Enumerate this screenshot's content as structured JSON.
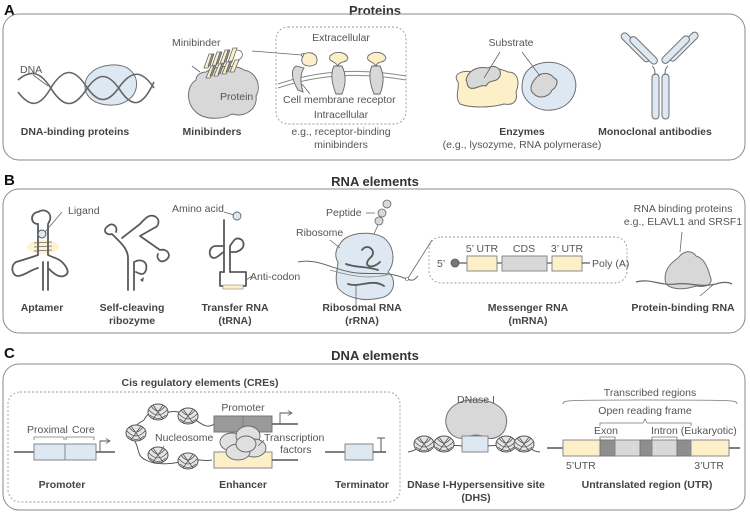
{
  "figure": {
    "colors": {
      "blue_fill": "#dde8f2",
      "yellow_fill": "#fdf0c8",
      "gray_fill": "#d8d8d8",
      "dark_gray_fill": "#8e8e8e",
      "mid_gray_fill": "#b4b4b4",
      "line": "#666666"
    },
    "panels": [
      {
        "letter": "A",
        "title": "Proteins",
        "items": [
          {
            "label": "DNA-binding proteins",
            "annotations": [
              "DNA"
            ]
          },
          {
            "label": "Minibinders",
            "annotations": [
              "Minibinder",
              "Protein"
            ]
          },
          {
            "label": "e.g., receptor-binding",
            "label2": "minibinders",
            "annotations": [
              "Extracellular",
              "Cell membrane receptor",
              "Intracellular"
            ]
          },
          {
            "label": "Enzymes",
            "label2": "(e.g., lysozyme, RNA polymerase)",
            "annotations": [
              "Substrate"
            ]
          },
          {
            "label": "Monoclonal antibodies",
            "annotations": []
          }
        ]
      },
      {
        "letter": "B",
        "title": "RNA elements",
        "items": [
          {
            "label": "Aptamer",
            "annotations": [
              "Ligand"
            ]
          },
          {
            "label": "Self-cleaving",
            "label2": "ribozyme",
            "annotations": []
          },
          {
            "label": "Transfer RNA",
            "label2": "(tRNA)",
            "annotations": [
              "Amino acid",
              "Anti-codon"
            ]
          },
          {
            "label": "Ribosomal RNA",
            "label2": "(rRNA)",
            "annotations": [
              "Peptide",
              "Ribosome"
            ]
          },
          {
            "label": "Messenger RNA",
            "label2": "(mRNA)",
            "annotations": [
              "5’",
              "5’ UTR",
              "CDS",
              "3’ UTR",
              "Poly (A)"
            ]
          },
          {
            "label": "Protein-binding RNA",
            "annotations": [
              "RNA binding proteins",
              "e.g., ELAVL1 and SRSF1"
            ]
          }
        ]
      },
      {
        "letter": "C",
        "title": "DNA elements",
        "subgroup": "Cis regulatory elements (CREs)",
        "items": [
          {
            "label": "Promoter",
            "annotations": [
              "Proximal",
              "Core"
            ]
          },
          {
            "label": "Enhancer",
            "annotations": [
              "Promoter",
              "Nucleosome",
              "Transcription",
              "factors"
            ]
          },
          {
            "label": "Terminator",
            "annotations": []
          },
          {
            "label": "DNase I-Hypersensitive site",
            "label2": "(DHS)",
            "annotations": [
              "DNase I"
            ]
          },
          {
            "label": "Untranslated region (UTR)",
            "annotations": [
              "Transcribed regions",
              "Open reading frame",
              "Exon",
              "Intron (Eukaryotic)",
              "5’UTR",
              "3’UTR"
            ]
          }
        ]
      }
    ]
  }
}
